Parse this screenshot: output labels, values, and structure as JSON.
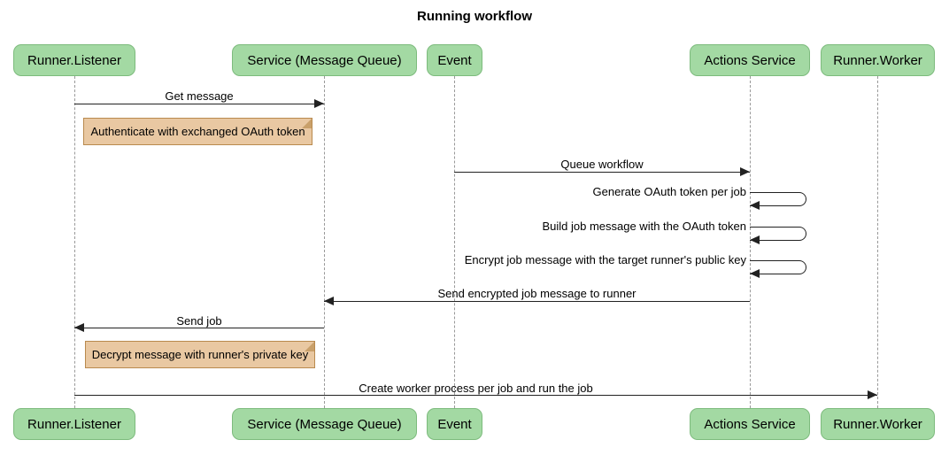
{
  "title": "Running workflow",
  "actors": [
    {
      "name": "Runner.Listener"
    },
    {
      "name": "Service (Message Queue)"
    },
    {
      "name": "Event"
    },
    {
      "name": "Actions Service"
    },
    {
      "name": "Runner.Worker"
    }
  ],
  "messages": [
    {
      "label": "Get message",
      "from": "Runner.Listener",
      "to": "Service (Message Queue)",
      "type": "solid-arrow"
    },
    {
      "label": "Queue workflow",
      "from": "Event",
      "to": "Actions Service",
      "type": "solid-arrow"
    },
    {
      "label": "Generate OAuth token per job",
      "from": "Actions Service",
      "to": "Actions Service",
      "type": "self-message"
    },
    {
      "label": "Build job message with the OAuth token",
      "from": "Actions Service",
      "to": "Actions Service",
      "type": "self-message"
    },
    {
      "label": "Encrypt job message with the target runner's public key",
      "from": "Actions Service",
      "to": "Actions Service",
      "type": "self-message"
    },
    {
      "label": "Send encrypted job message to runner",
      "from": "Actions Service",
      "to": "Service (Message Queue)",
      "type": "solid-arrow"
    },
    {
      "label": "Send job",
      "from": "Service (Message Queue)",
      "to": "Runner.Listener",
      "type": "solid-arrow"
    },
    {
      "label": "Create worker process per job and run the job",
      "from": "Runner.Listener",
      "to": "Runner.Worker",
      "type": "solid-arrow"
    }
  ],
  "notes": [
    {
      "text": "Authenticate with exchanged OAuth token",
      "over": "Runner.Listener"
    },
    {
      "text": "Decrypt message with runner's private key",
      "over": "Runner.Listener"
    }
  ],
  "colors": {
    "actor_fill": "#a3d9a3",
    "actor_border": "#7dbb7d",
    "note_fill": "#e9c8a2",
    "note_border": "#b98a4e",
    "lifeline": "#999999",
    "message": "#222222"
  }
}
